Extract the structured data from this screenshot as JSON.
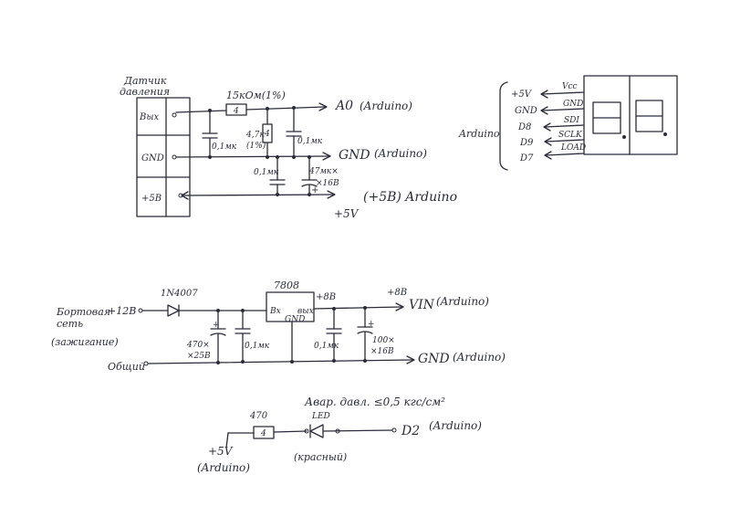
{
  "sensor": {
    "title_line1": "Датчик",
    "title_line2": "давления",
    "pin_out": "Вых",
    "pin_gnd": "GND",
    "pin_5v": "+5В",
    "r_series": "15кОм(1%)",
    "r_series_tag": "4",
    "c1": "0,1мк",
    "r_shunt_line1": "4,7к",
    "r_shunt_line2": "(1%)",
    "r_shunt_tag": "4",
    "c2": "0,1мк",
    "c3": "0,1мк",
    "c4_line1": "47мк×",
    "c4_line2": "×16В",
    "c4_polarity": "+",
    "out_a0": "A0",
    "out_a0_suffix": "(Arduino)",
    "out_gnd": "GND",
    "out_gnd_suffix": "(Arduino)",
    "out_5v": "(+5В) Arduino",
    "out_5v_alt": "+5V"
  },
  "display": {
    "arduino_label": "Arduino",
    "pins": [
      "+5V",
      "GND",
      "D8",
      "D9",
      "D7"
    ],
    "signals": [
      "Vcc",
      "GND",
      "SDI",
      "SCLK",
      "LOAD"
    ]
  },
  "power": {
    "source_line1": "Бортовая",
    "source_line2": "сеть",
    "source_line3": "(зажигание)",
    "plus12": "+12В",
    "common": "Общий",
    "diode": "1N4007",
    "reg_name": "7808",
    "reg_in": "Вх",
    "reg_out": "вых",
    "reg_gnd": "GND",
    "plus8_a": "+8В",
    "plus8_b": "+8В",
    "c_in_line1": "470×",
    "c_in_line2": "×25В",
    "c_in_polarity": "+",
    "c_in2": "0,1мк",
    "c_out1": "0,1мк",
    "c_out2_line1": "100×",
    "c_out2_line2": "×16В",
    "c_out2_polarity": "+",
    "vin": "VIN",
    "vin_suffix": "(Arduino)",
    "gnd": "GND",
    "gnd_suffix": "(Arduino)"
  },
  "alarm": {
    "caption": "Авар. давл. ≤0,5 кгс/см²",
    "resistor": "470",
    "resistor_tag": "4",
    "led": "LED",
    "led_color": "(красный)",
    "plus5": "+5V",
    "plus5_src": "(Arduino)",
    "d2": "D2",
    "d2_suffix": "(Arduino)"
  }
}
